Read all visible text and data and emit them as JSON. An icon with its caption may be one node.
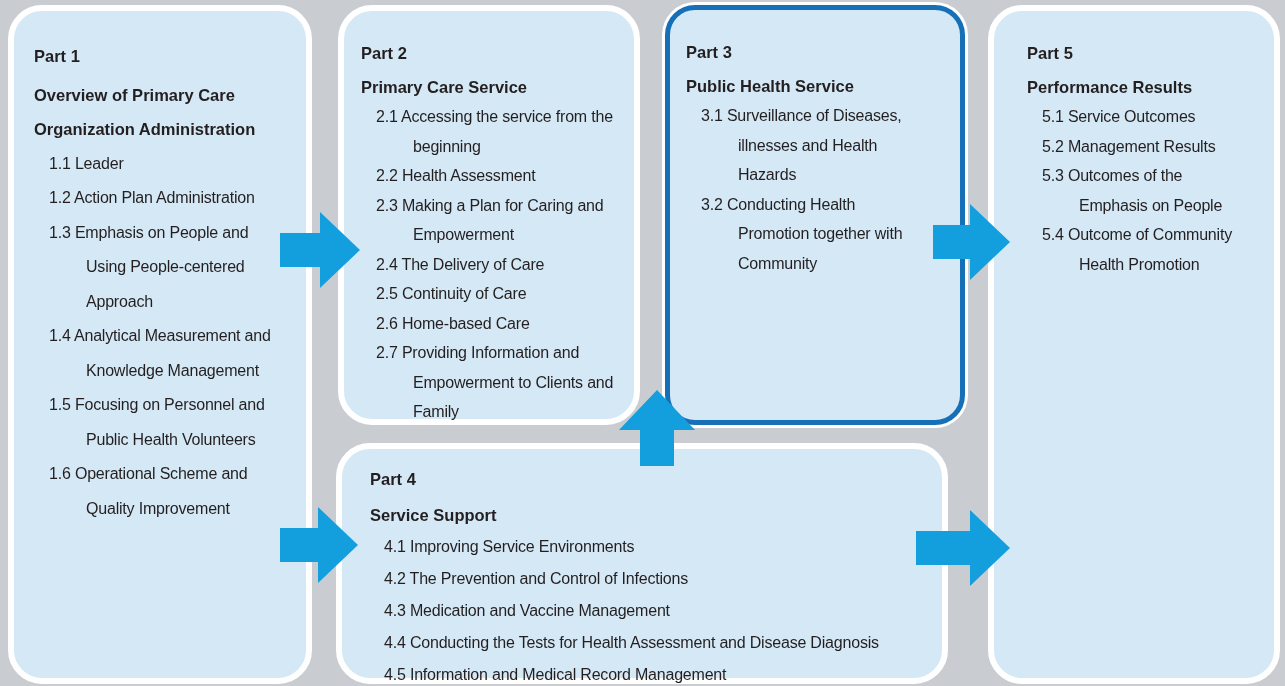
{
  "diagram": {
    "nodes": [
      {
        "text": [
          "Part 1",
          "Overview of Primary Care Organization Administration",
          "1.1 Leader",
          "1.2 Action Plan Administration",
          "1.3 Emphasis on People and Using People-centered Approach",
          "1.4 Analytical Measurement and Knowledge Management",
          "1.5 Focusing on Personnel and Public Health Volunteers",
          "1.6 Operational Scheme and Quality Improvement"
        ]
      },
      {
        "text": [
          "Part 2",
          "Primary Care Service",
          "2.1 Accessing the service from the beginning",
          "2.2 Health Assessment",
          "2.3 Making a Plan for Caring and Empowerment",
          "2.4 The Delivery of Care",
          "2.5 Continuity of Care",
          "2.6 Home-based Care",
          "2.7 Providing Information and Empowerment to Clients and Family"
        ]
      },
      {
        "text": [
          "Part 3",
          "Public Health Service",
          "3.1 Surveillance of Diseases, illnesses and Health Hazards",
          "3.2 Conducting Health Promotion together with Community"
        ]
      },
      {
        "text": [
          "Part 4",
          "Service Support",
          "4.1 Improving Service Environments",
          "4.2 The Prevention and Control of Infections",
          "4.3 Medication and Vaccine Management",
          "4.4 Conducting the Tests for Health Assessment and Disease Diagnosis",
          "4.5 Information and Medical Record Management"
        ]
      },
      {
        "text": [
          "Part 5",
          "Performance Results",
          "5.1 Service Outcomes",
          "5.2 Management Results",
          "5.3 Outcomes of the Emphasis on People",
          "5.4 Outcome of Community Health Promotion"
        ]
      }
    ],
    "edges": [
      {
        "from": 0,
        "to": 1,
        "arrow": "to"
      },
      {
        "from": 0,
        "to": 3,
        "arrow": "to"
      },
      {
        "from": 3,
        "to": 1,
        "arrow": "to"
      },
      {
        "from": 2,
        "to": 4,
        "arrow": "to"
      },
      {
        "from": 3,
        "to": 4,
        "arrow": "to"
      }
    ]
  }
}
